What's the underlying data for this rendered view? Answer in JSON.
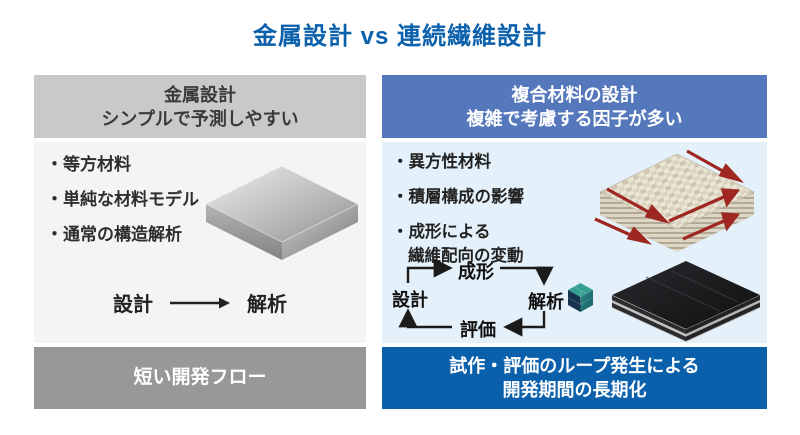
{
  "title": "金属設計 vs 連続繊維設計",
  "colors": {
    "title_blue": "#0b60ac",
    "left_header_bg": "#c9c9c9",
    "left_body_bg": "#f4f4f3",
    "left_footer_bg": "#98989a",
    "right_header_bg": "#5578bd",
    "right_body_bg": "#e4f1fa",
    "right_footer_bg": "#0b60ac",
    "flow_arrow": "#1b1b1b",
    "fiber_arrow_red": "#9e2721"
  },
  "left_panel": {
    "header_line1": "金属設計",
    "header_line2": "シンプルで予測しやすい",
    "bullets": [
      "・等方材料",
      "・単純な材料モデル",
      "・通常の構造解析"
    ],
    "flow": {
      "from": "設計",
      "to": "解析"
    },
    "footer": "短い開発フロー",
    "image": "metal-block"
  },
  "right_panel": {
    "header_line1": "複合材料の設計",
    "header_line2": "複雑で考慮する因子が多い",
    "bullets": [
      "・異方性材料",
      "・積層構成の影響",
      "・成形による",
      "繊維配向の変動"
    ],
    "flow_loop": {
      "design": "設計",
      "molding": "成形",
      "analysis": "解析",
      "evaluation": "評価"
    },
    "footer_line1": "試作・評価のループ発生による",
    "footer_line2": "開発期間の長期化",
    "images": [
      "woven-fiber-stack",
      "fem-mesh-cube",
      "black-laminate"
    ]
  }
}
